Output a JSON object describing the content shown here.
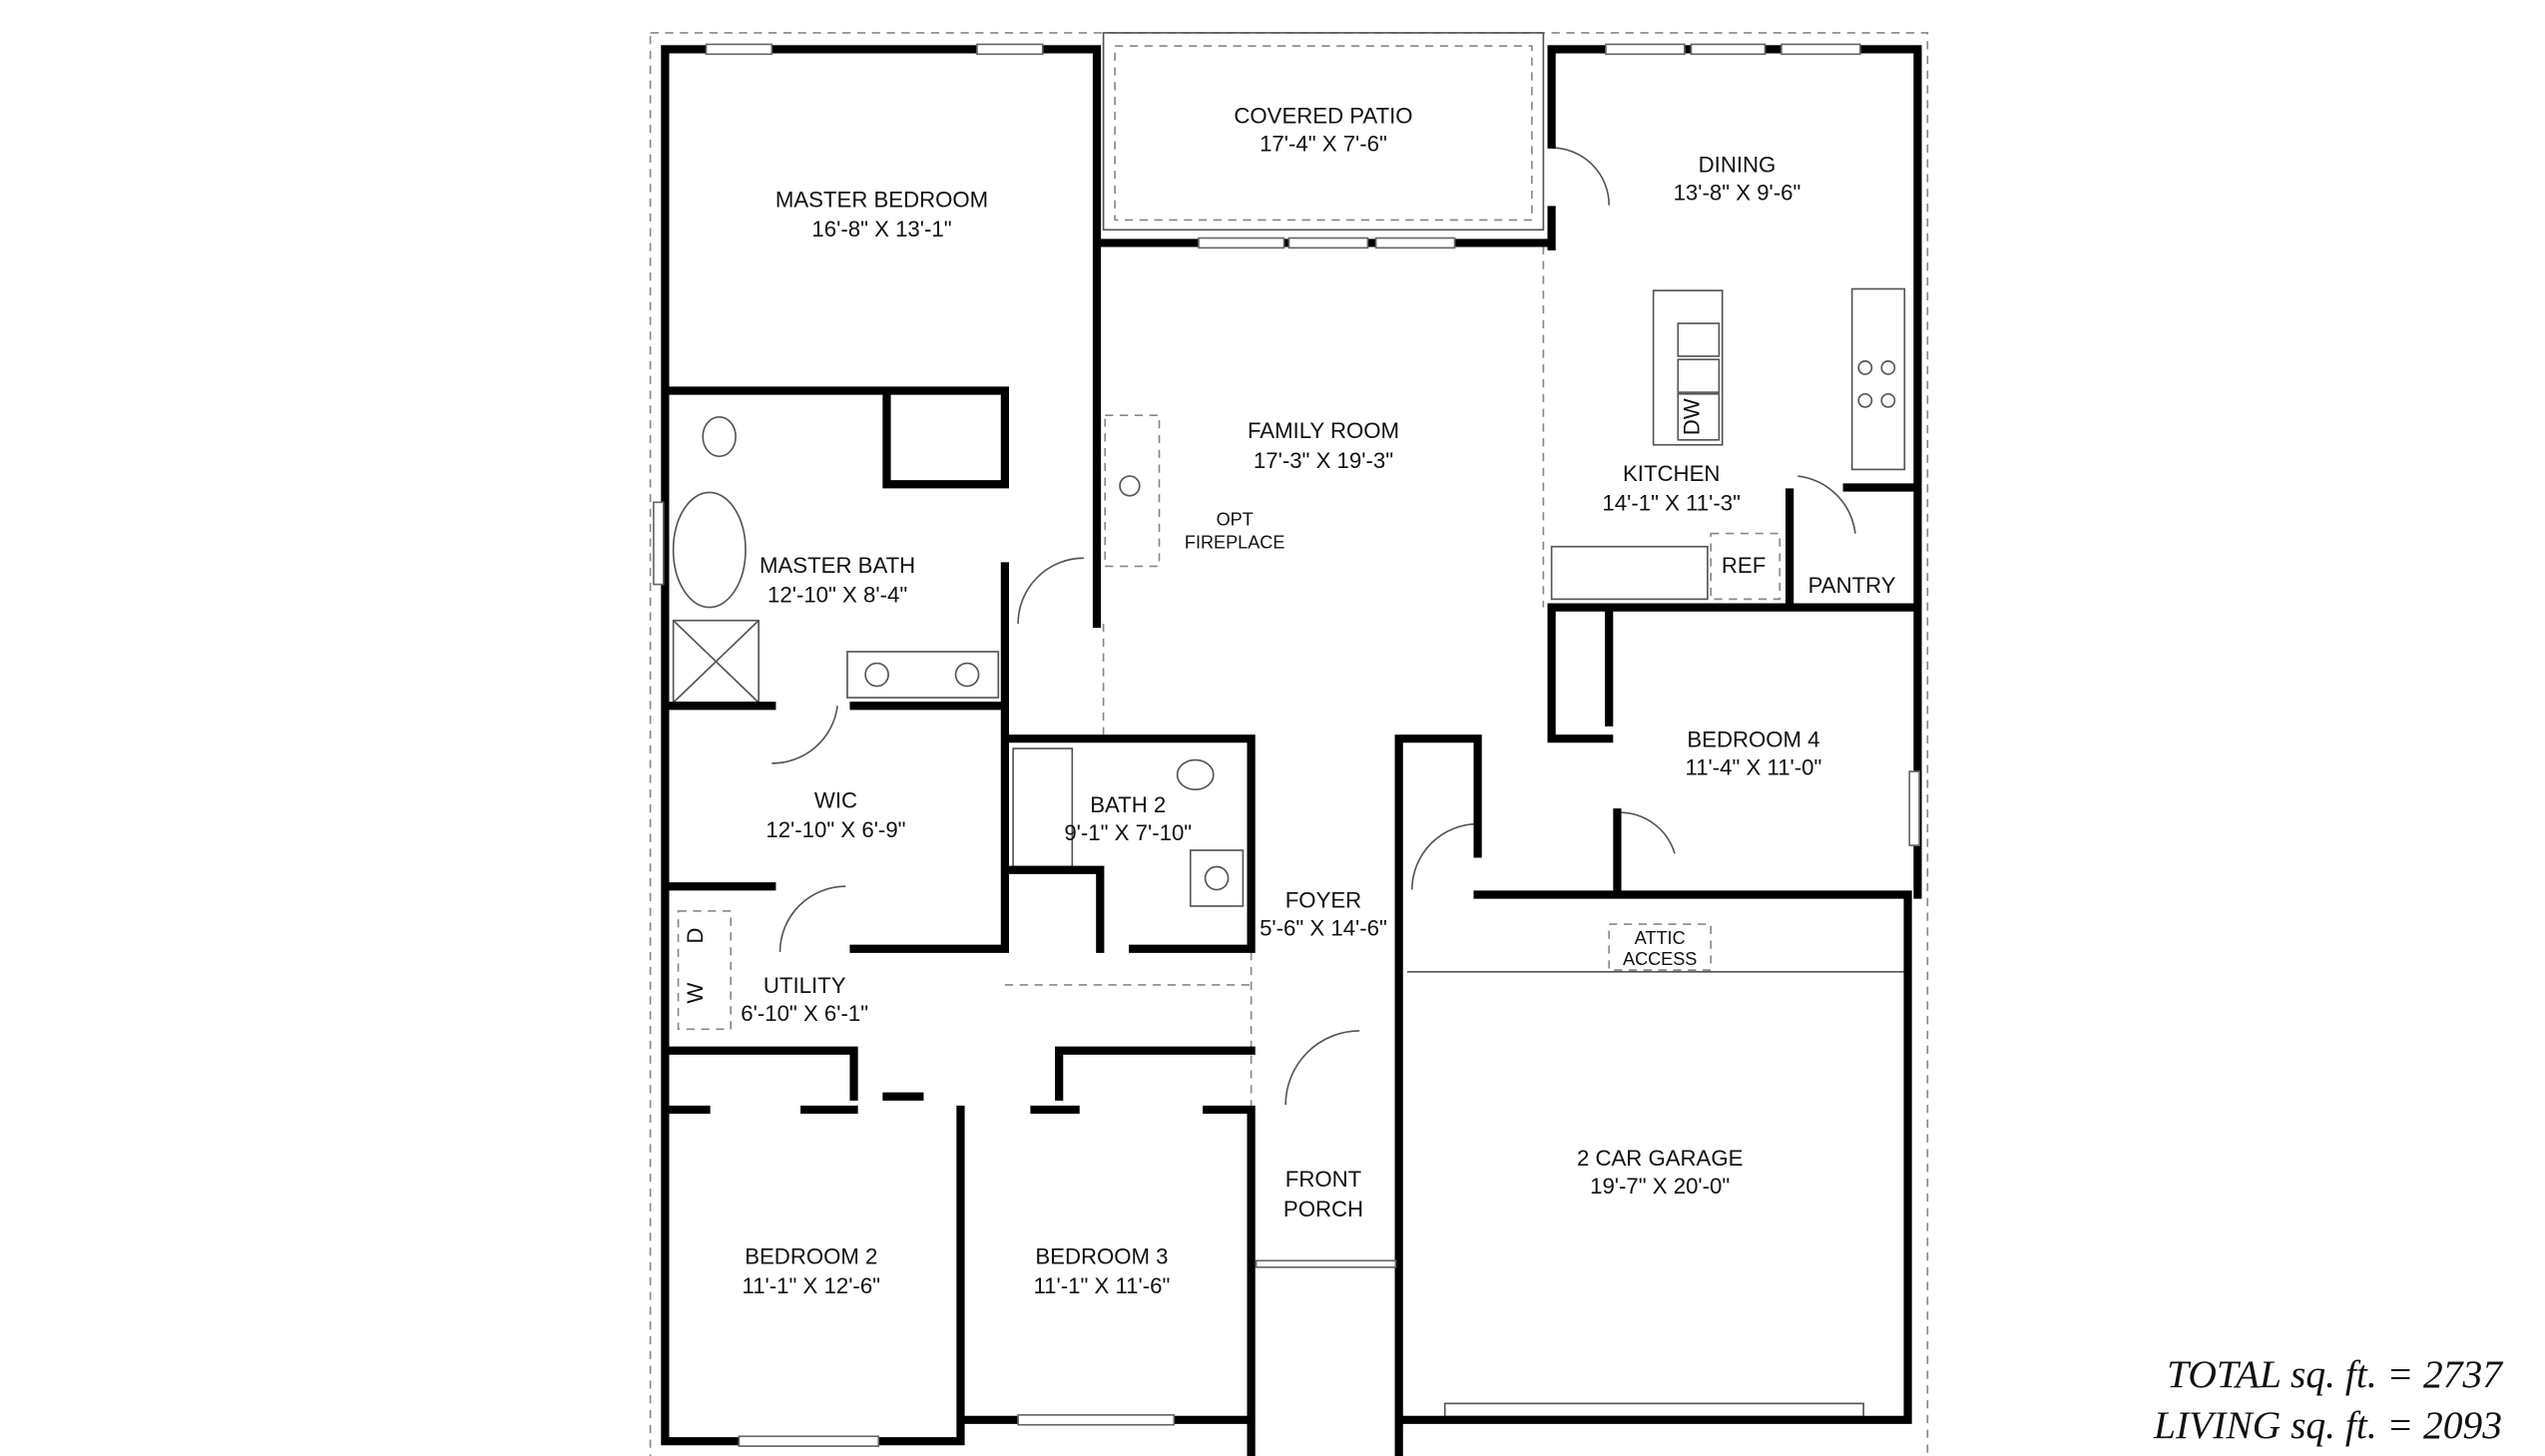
{
  "rooms": {
    "covered_patio": {
      "name": "COVERED PATIO",
      "size": "17'-4\" X 7'-6\""
    },
    "master_bedroom": {
      "name": "MASTER BEDROOM",
      "size": "16'-8\" X 13'-1\""
    },
    "dining": {
      "name": "DINING",
      "size": "13'-8\" X 9'-6\""
    },
    "family_room": {
      "name": "FAMILY ROOM",
      "size": "17'-3\" X 19'-3\""
    },
    "kitchen": {
      "name": "KITCHEN",
      "size": "14'-1\" X 11'-3\""
    },
    "master_bath": {
      "name": "MASTER BATH",
      "size": "12'-10\" X 8'-4\""
    },
    "bedroom_4": {
      "name": "BEDROOM 4",
      "size": "11'-4\" X 11'-0\""
    },
    "wic": {
      "name": "WIC",
      "size": "12'-10\" X 6'-9\""
    },
    "bath_2": {
      "name": "BATH 2",
      "size": "9'-1\" X 7'-10\""
    },
    "foyer": {
      "name": "FOYER",
      "size": "5'-6\" X 14'-6\""
    },
    "utility": {
      "name": "UTILITY",
      "size": "6'-10\" X 6'-1\""
    },
    "garage": {
      "name": "2 CAR GARAGE",
      "size": "19'-7\" X 20'-0\""
    },
    "bedroom_2": {
      "name": "BEDROOM 2",
      "size": "11'-1\" X 12'-6\""
    },
    "bedroom_3": {
      "name": "BEDROOM 3",
      "size": "11'-1\" X 11'-6\""
    }
  },
  "fixtures": {
    "opt": "OPT",
    "fireplace": "FIREPLACE",
    "ref": "REF",
    "pantry": "PANTRY",
    "dw": "DW",
    "washer": "W",
    "dryer": "D",
    "front_porch_1": "FRONT",
    "front_porch_2": "PORCH",
    "attic_1": "ATTIC",
    "attic_2": "ACCESS"
  },
  "totals": {
    "total": "TOTAL sq. ft. = 2737",
    "living": "LIVING sq. ft. = 2093"
  }
}
